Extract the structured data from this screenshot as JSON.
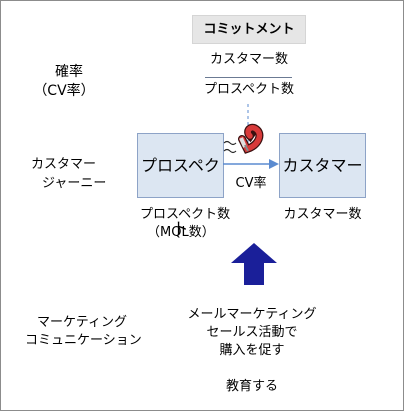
{
  "commitment": {
    "label": "コミットメント"
  },
  "formula": {
    "numerator": "カスタマー数",
    "denominator": "プロスペクト数"
  },
  "rows": {
    "probability": {
      "line1": "確率",
      "line2": "（CV率）"
    },
    "journey": {
      "line1": "カスタマー",
      "line2": "ジャーニー"
    },
    "communication": {
      "line1": "マーケティング",
      "line2": "コミュニケーション"
    }
  },
  "funnel": {
    "prospect_box": "プロスペクト",
    "customer_box": "カスタマー",
    "arrow_label": "CV率",
    "prospect_count": {
      "line1": "プロスペクト数",
      "line2": "（MQL数）"
    },
    "customer_count": "カスタマー数"
  },
  "actions": {
    "line1": "メールマーケティング",
    "line2": "セールス活動で",
    "line3": "購入を促す",
    "nurture": "教育する"
  },
  "colors": {
    "box_fill": "#dce6f2",
    "box_border": "#8da3c7",
    "arrow_blue": "#1a1f99",
    "flow_arrow": "#5b8bd0",
    "magnet_red": "#d83a3a"
  },
  "icons": {
    "magnet": "magnet-icon"
  }
}
